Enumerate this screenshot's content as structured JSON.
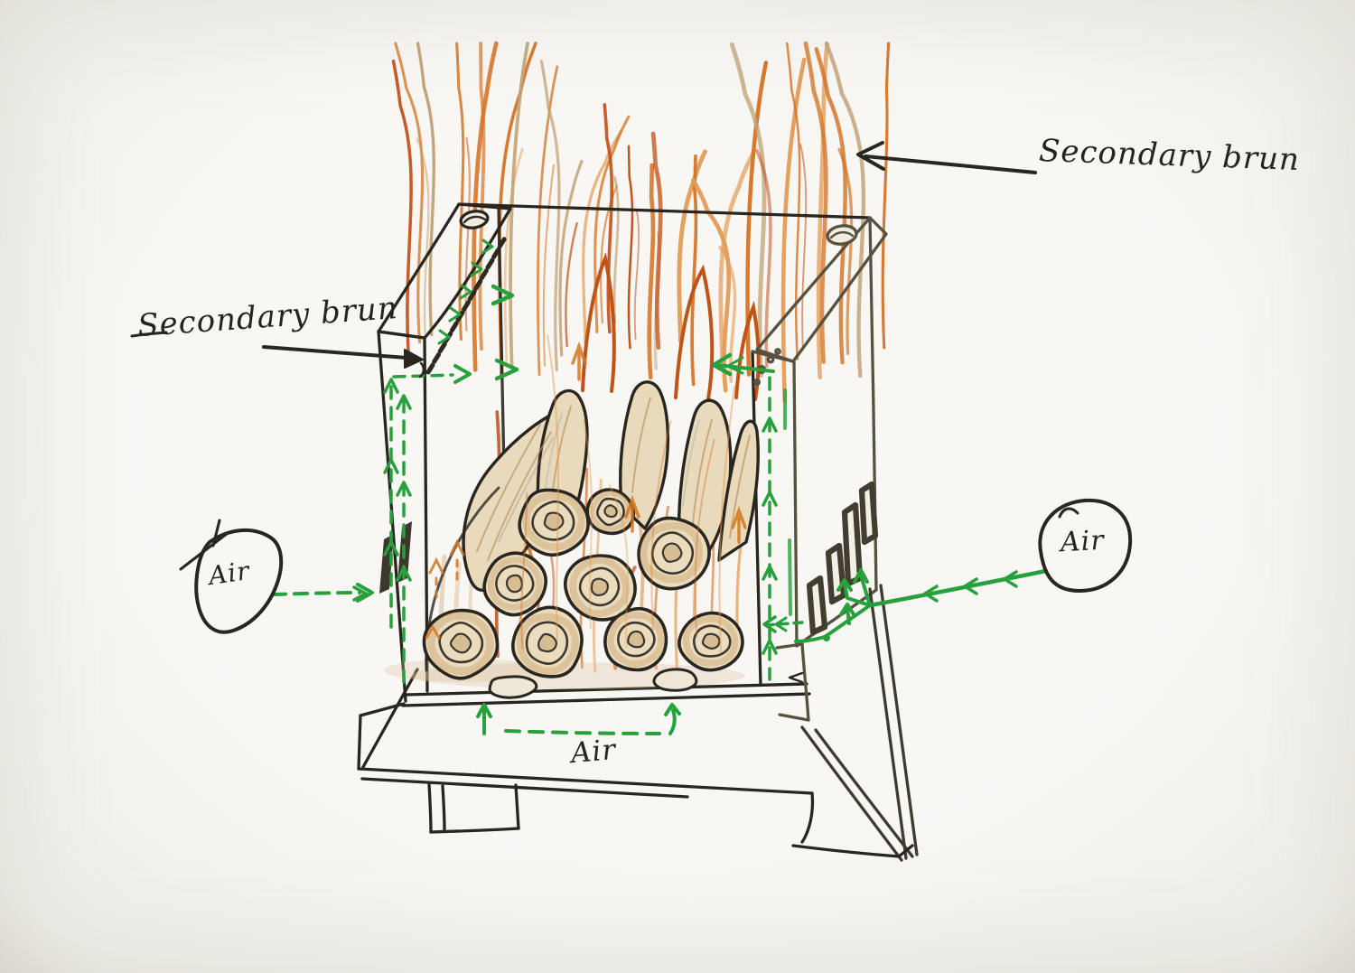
{
  "labels": {
    "secondary_burn_left": "Secondary brun",
    "secondary_burn_right": "Secondary brun",
    "air_left": "Air",
    "air_right": "Air",
    "air_bottom": "Air"
  },
  "colors": {
    "paper": "#f7f6f2",
    "ink": "#29251f",
    "pencil": "#57513f",
    "green": "#28a03c",
    "flame_deep": "#bf4e16",
    "flame_orange": "#d47426",
    "flame_light": "#e39b55",
    "flame_tan": "#c2a377",
    "wood_fill": "#eadcbd",
    "wood_core": "#d6ba90",
    "wood_tan": "#c49a63",
    "grey_streak": "#8f8374",
    "blue_streak": "#8a93a5"
  }
}
